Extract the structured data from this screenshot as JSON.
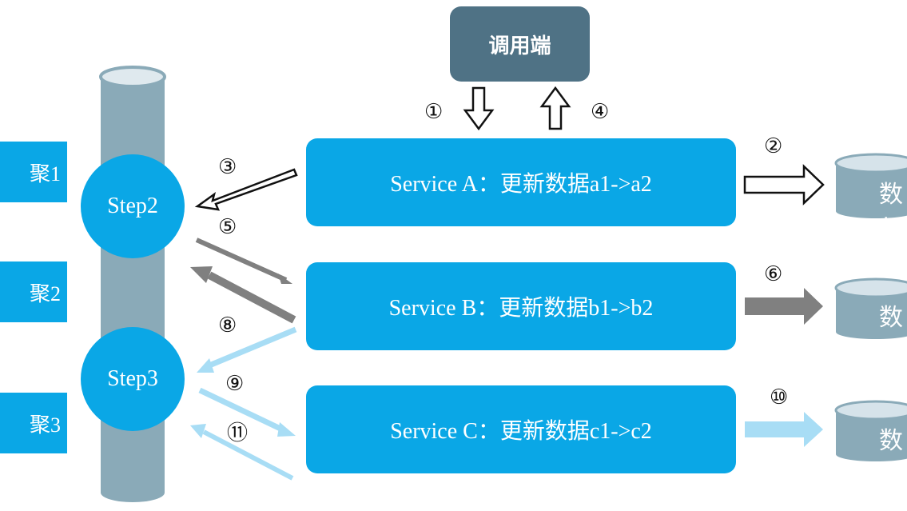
{
  "caller": {
    "label": "调用端"
  },
  "services": [
    {
      "label": "Service A：更新数据a1->a2"
    },
    {
      "label": "Service B：更新数据b1->b2"
    },
    {
      "label": "Service C：更新数据c1->c2"
    }
  ],
  "steps": [
    {
      "label": "Step2"
    },
    {
      "label": "Step3"
    }
  ],
  "left_boxes": [
    {
      "label": "聚1"
    },
    {
      "label": "聚2"
    },
    {
      "label": "聚3"
    }
  ],
  "databases": [
    {
      "label": "数扌"
    },
    {
      "label": "数扌"
    },
    {
      "label": "数扌"
    }
  ],
  "markers": [
    "①",
    "②",
    "③",
    "④",
    "⑤",
    "⑥",
    "⑧",
    "⑨",
    "⑩",
    "⑪"
  ],
  "colors": {
    "service": "#0aa7e6",
    "caller": "#4f7285",
    "pillar": "#8aaab8",
    "database": "#8aaab8",
    "gray_arrow": "#808080",
    "light_arrow": "#a8ddf5"
  }
}
